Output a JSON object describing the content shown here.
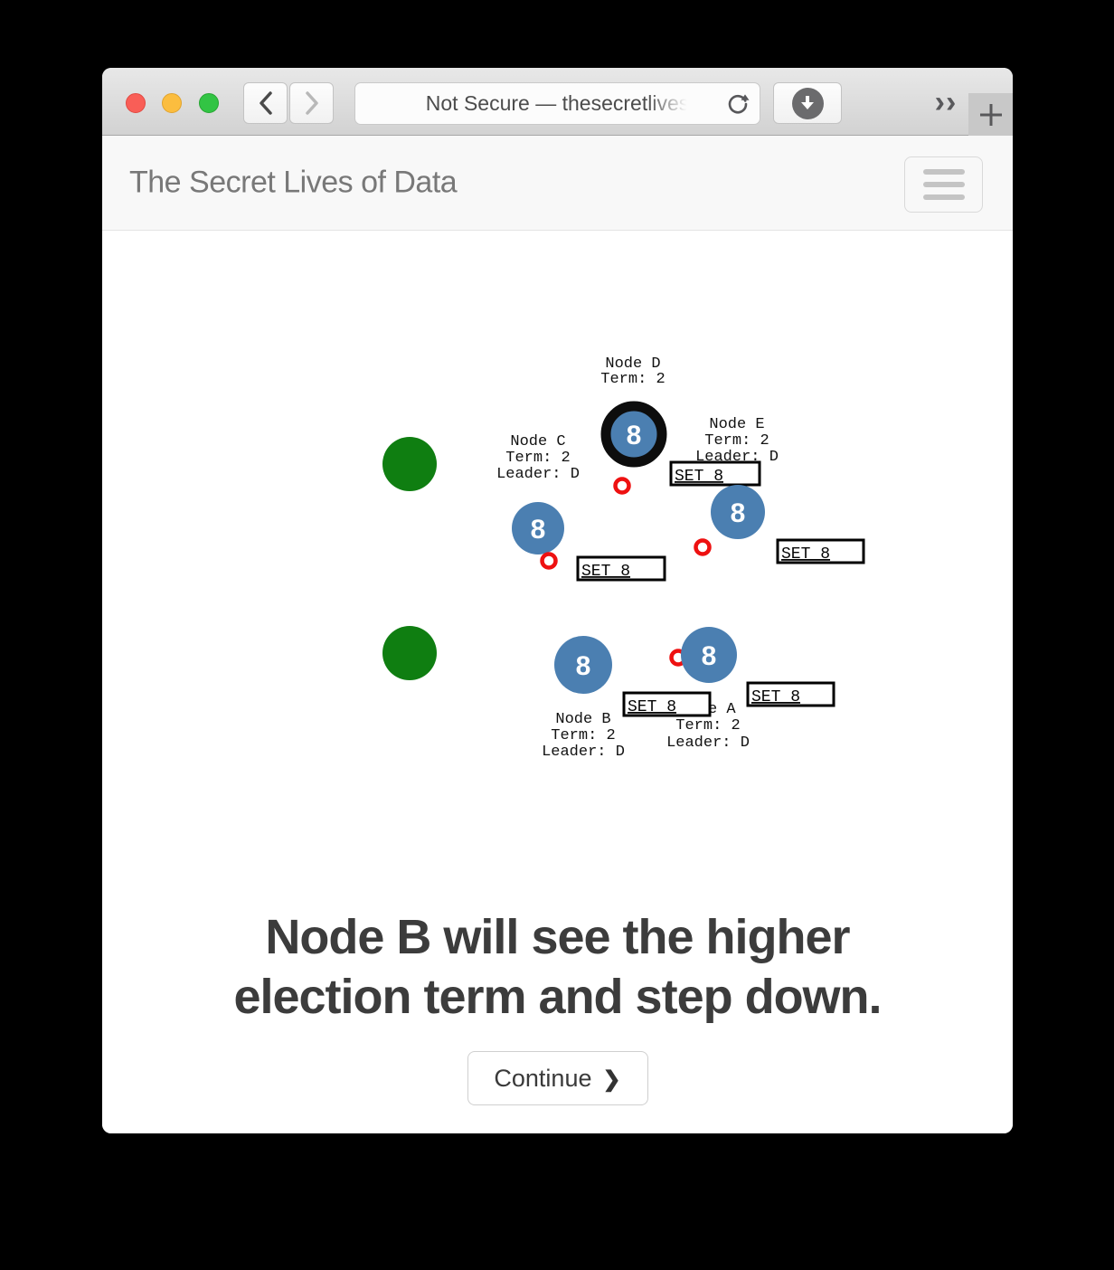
{
  "browser": {
    "url_main": "Not Secure — thesecret",
    "url_fade": "lives",
    "overflow_label": "››",
    "new_tab_label": "+"
  },
  "site": {
    "title": "The Secret Lives of Data"
  },
  "viz": {
    "nodes": {
      "d": {
        "name": "Node D",
        "term": "Term: 2",
        "value": "8",
        "is_leader": true
      },
      "c": {
        "name": "Node C",
        "term": "Term: 2",
        "leader": "Leader: D",
        "value": "8"
      },
      "e": {
        "name": "Node E",
        "term": "Term: 2",
        "leader": "Leader: D",
        "value": "8"
      },
      "b": {
        "name": "Node B",
        "term": "Term: 2",
        "leader": "Leader: D",
        "value": "8"
      },
      "a": {
        "name": "Node A",
        "term": "Term: 2",
        "leader": "Leader: D",
        "value": "8"
      }
    },
    "messages": [
      {
        "label": "SET 8"
      },
      {
        "label": "SET 8"
      },
      {
        "label": "SET 8"
      },
      {
        "label": "SET 8"
      },
      {
        "label": "SET 8"
      }
    ],
    "colors": {
      "node_blue": "#4b7fb1",
      "client_green": "#0f7e11",
      "message_red": "#ee1111",
      "leader_ring": "#0d0d0d"
    }
  },
  "caption": {
    "line1": "Node B will see the higher",
    "line2": "election term and step down."
  },
  "actions": {
    "continue_label": "Continue"
  }
}
